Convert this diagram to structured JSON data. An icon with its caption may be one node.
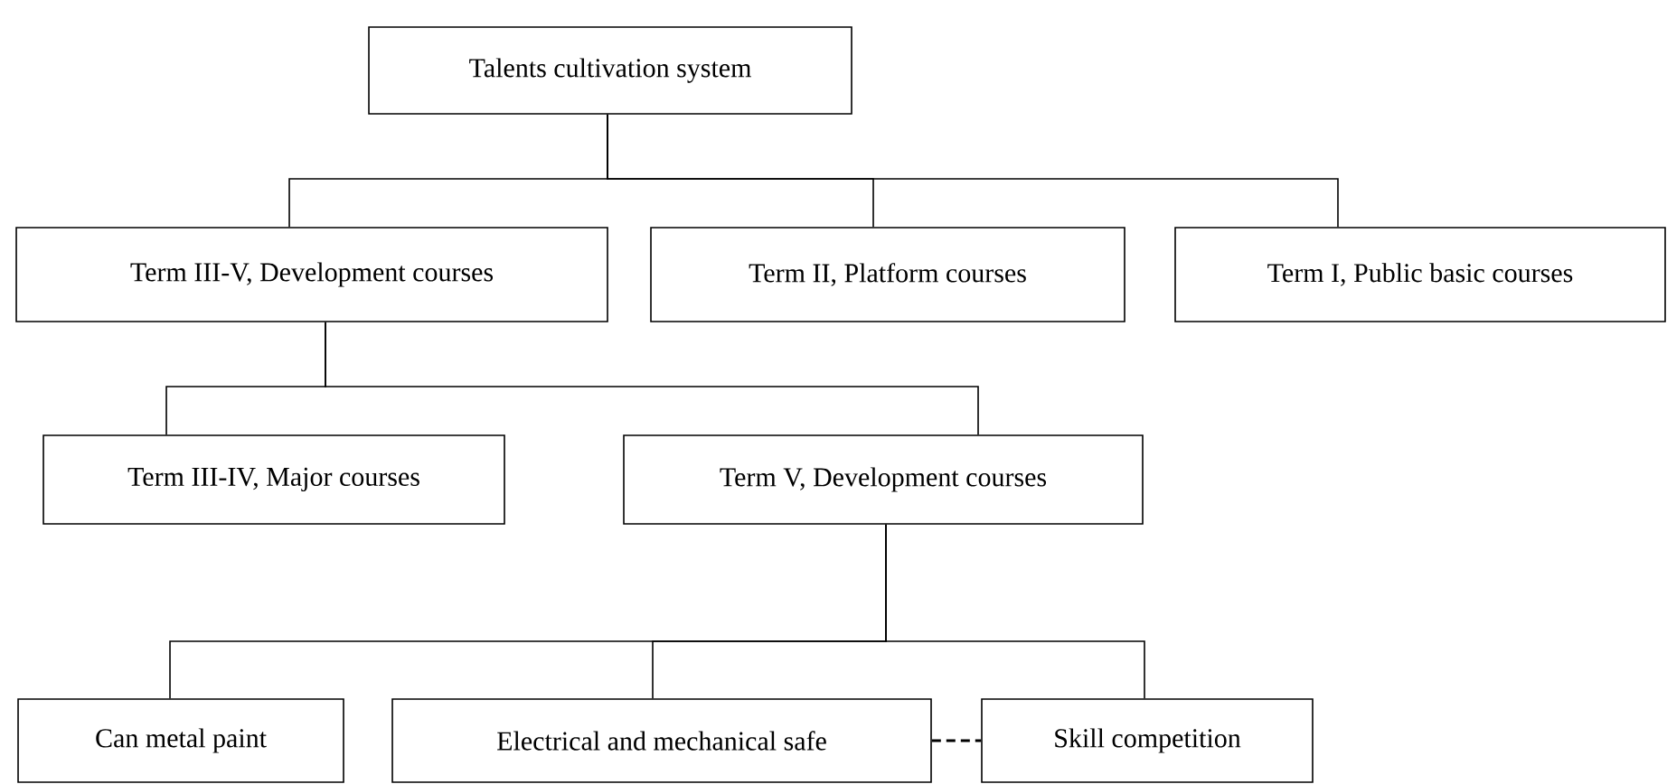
{
  "diagram": {
    "nodes": [
      {
        "text": [
          "Talents cultivation system"
        ]
      },
      {
        "text": [
          "Term III-V, Development courses"
        ]
      },
      {
        "text": [
          "Term II, Platform courses"
        ]
      },
      {
        "text": [
          "Term I, Public basic courses"
        ]
      },
      {
        "text": [
          "Term III-IV, Major courses"
        ]
      },
      {
        "text": [
          "Term V, Development courses"
        ]
      },
      {
        "text": [
          "Can metal paint"
        ]
      },
      {
        "text": [
          "Electrical and mechanical safe"
        ]
      },
      {
        "text": [
          "Skill competition"
        ]
      }
    ],
    "edges": [
      {
        "from": 0,
        "to": 1,
        "arrow": "none"
      },
      {
        "from": 0,
        "to": 2,
        "arrow": "none"
      },
      {
        "from": 0,
        "to": 3,
        "arrow": "none"
      },
      {
        "from": 1,
        "to": 4,
        "arrow": "none"
      },
      {
        "from": 1,
        "to": 5,
        "arrow": "none"
      },
      {
        "from": 5,
        "to": 6,
        "arrow": "none"
      },
      {
        "from": 5,
        "to": 7,
        "arrow": "none"
      },
      {
        "from": 5,
        "to": 8,
        "arrow": "none"
      },
      {
        "from": 7,
        "to": 8,
        "arrow": "none",
        "style": "dashed"
      }
    ]
  }
}
